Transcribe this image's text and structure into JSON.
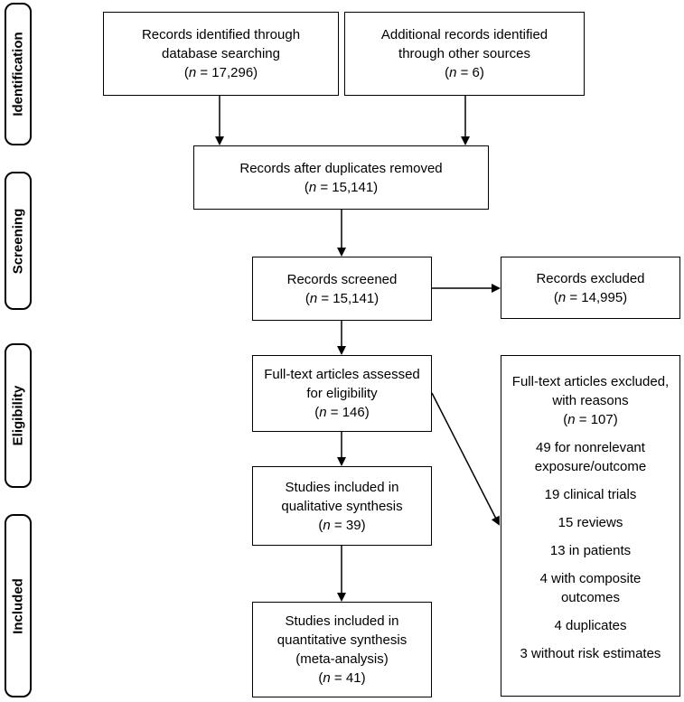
{
  "phases": {
    "identification": "Identification",
    "screening": "Screening",
    "eligibility": "Eligibility",
    "included": "Included"
  },
  "boxes": {
    "db_search": {
      "line1": "Records identified through",
      "line2": "database searching",
      "n": "17,296"
    },
    "other_sources": {
      "line1": "Additional records identified",
      "line2": "through other sources",
      "n": "6"
    },
    "dup_removed": {
      "line1": "Records after duplicates removed",
      "n": "15,141"
    },
    "screened": {
      "line1": "Records screened",
      "n": "15,141"
    },
    "excluded": {
      "line1": "Records excluded",
      "n": "14,995"
    },
    "fulltext": {
      "line1": "Full-text articles assessed",
      "line2": "for eligibility",
      "n": "146"
    },
    "qualitative": {
      "line1": "Studies included in",
      "line2": "qualitative synthesis",
      "n": "39"
    },
    "quantitative": {
      "line1": "Studies included in",
      "line2": "quantitative synthesis",
      "line3": "(meta-analysis)",
      "n": "41"
    },
    "fulltext_excluded": {
      "line1": "Full-text articles excluded,",
      "line2": "with reasons",
      "n": "107",
      "reasons": [
        {
          "a": "49 for nonrelevant",
          "b": "exposure/outcome"
        },
        {
          "a": "19 clinical trials"
        },
        {
          "a": "15 reviews"
        },
        {
          "a": "13 in patients"
        },
        {
          "a": "4 with composite",
          "b": "outcomes"
        },
        {
          "a": "4 duplicates"
        },
        {
          "a": "3 without risk estimates"
        }
      ]
    }
  },
  "n_label": "n",
  "equals": " = "
}
